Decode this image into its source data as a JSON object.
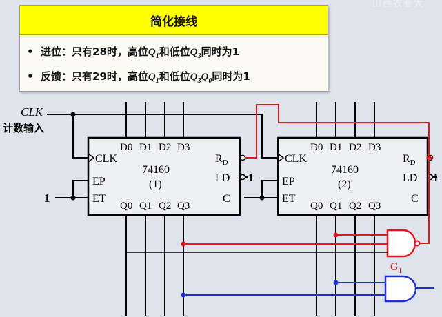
{
  "watermark": "山西农业大",
  "panel": {
    "title": "简化接线",
    "bullets": [
      {
        "prefix": "进位：只有28时，高位",
        "q1": "Q",
        "q1_sub": "1",
        "mid": "和低位",
        "q2": "Q",
        "q2_sub": "3",
        "q3": "",
        "q3_sub": "",
        "suffix": "同时为1"
      },
      {
        "prefix": "反馈：只有29时，高位",
        "q1": "Q",
        "q1_sub": "1",
        "mid": "和低位",
        "q2": "Q",
        "q2_sub": "3",
        "q3": "Q",
        "q3_sub": "0",
        "suffix": "同时为1"
      }
    ]
  },
  "inputs": {
    "clk_label": "CLK",
    "clk_caption": "计数输入",
    "et_one": "1"
  },
  "chip1": {
    "name": "74160",
    "index": "(1)",
    "clk": "CLK",
    "ep": "EP",
    "et": "ET",
    "rd": "R",
    "rd_sub": "D",
    "ld": "LD",
    "ld_value": "1",
    "c": "C",
    "d_pins": [
      "D0",
      "D1",
      "D2",
      "D3"
    ],
    "q_pins": [
      "Q0",
      "Q1",
      "Q2",
      "Q3"
    ]
  },
  "chip2": {
    "name": "74160",
    "index": "(2)",
    "clk": "CLK",
    "ep": "EP",
    "et": "ET",
    "rd": "R",
    "rd_sub": "D",
    "ld": "LD",
    "ld_value": "1",
    "c": "C",
    "d_pins": [
      "D0",
      "D1",
      "D2",
      "D3"
    ],
    "q_pins": [
      "Q0",
      "Q1",
      "Q2",
      "Q3"
    ]
  },
  "gates": {
    "g1_label": "G",
    "g1_sub": "1"
  },
  "colors": {
    "red_wire": "#e3161b",
    "blue_wire": "#1f2fd6",
    "black_wire": "#000000",
    "panel_yellow": "#ffff00"
  }
}
